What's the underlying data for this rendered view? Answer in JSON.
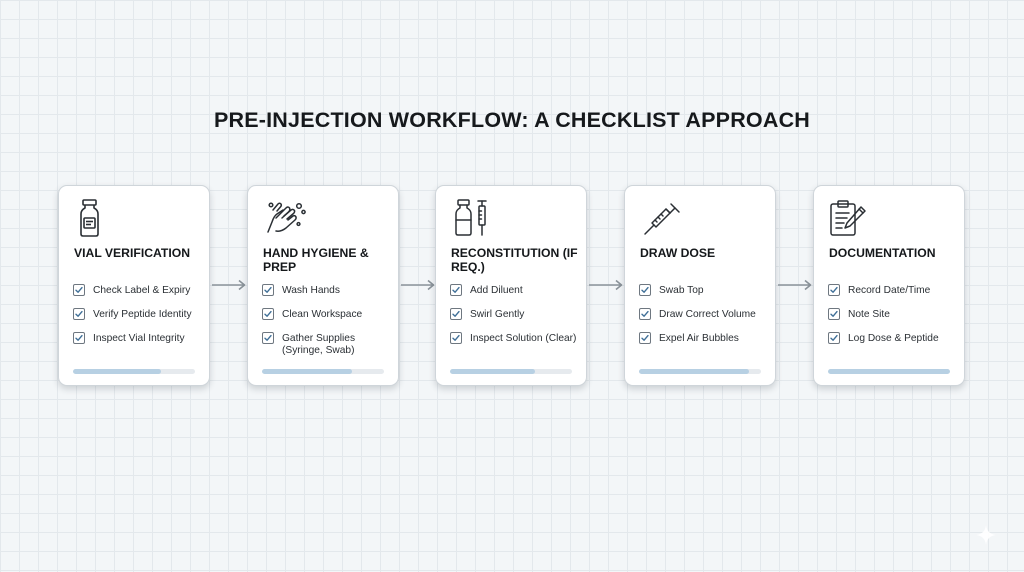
{
  "title": "PRE-INJECTION WORKFLOW: A CHECKLIST APPROACH",
  "steps": [
    {
      "icon": "vial-icon",
      "title": "VIAL VERIFICATION",
      "items": [
        "Check Label & Expiry",
        "Verify Peptide Identity",
        "Inspect Vial Integrity"
      ],
      "progress": 0.72
    },
    {
      "icon": "hand-washing-icon",
      "title": "HAND HYGIENE & PREP",
      "items": [
        "Wash Hands",
        "Clean Workspace",
        "Gather Supplies (Syringe, Swab)"
      ],
      "progress": 0.74
    },
    {
      "icon": "vial-syringe-icon",
      "title": "RECONSTITUTION (IF REQ.)",
      "items": [
        "Add Diluent",
        "Swirl Gently",
        "Inspect Solution (Clear)"
      ],
      "progress": 0.7
    },
    {
      "icon": "syringe-icon",
      "title": "DRAW DOSE",
      "items": [
        "Swab Top",
        "Draw Correct Volume",
        "Expel Air Bubbles"
      ],
      "progress": 0.9
    },
    {
      "icon": "clipboard-icon",
      "title": "DOCUMENTATION",
      "items": [
        "Record Date/Time",
        "Note Site",
        "Log Dose & Peptide"
      ],
      "progress": 1.0
    }
  ],
  "colors": {
    "progress_fill": "#b7d0e3",
    "progress_track": "#e6eaee",
    "arrow": "#8a9299",
    "card_border": "#cfd5da"
  }
}
